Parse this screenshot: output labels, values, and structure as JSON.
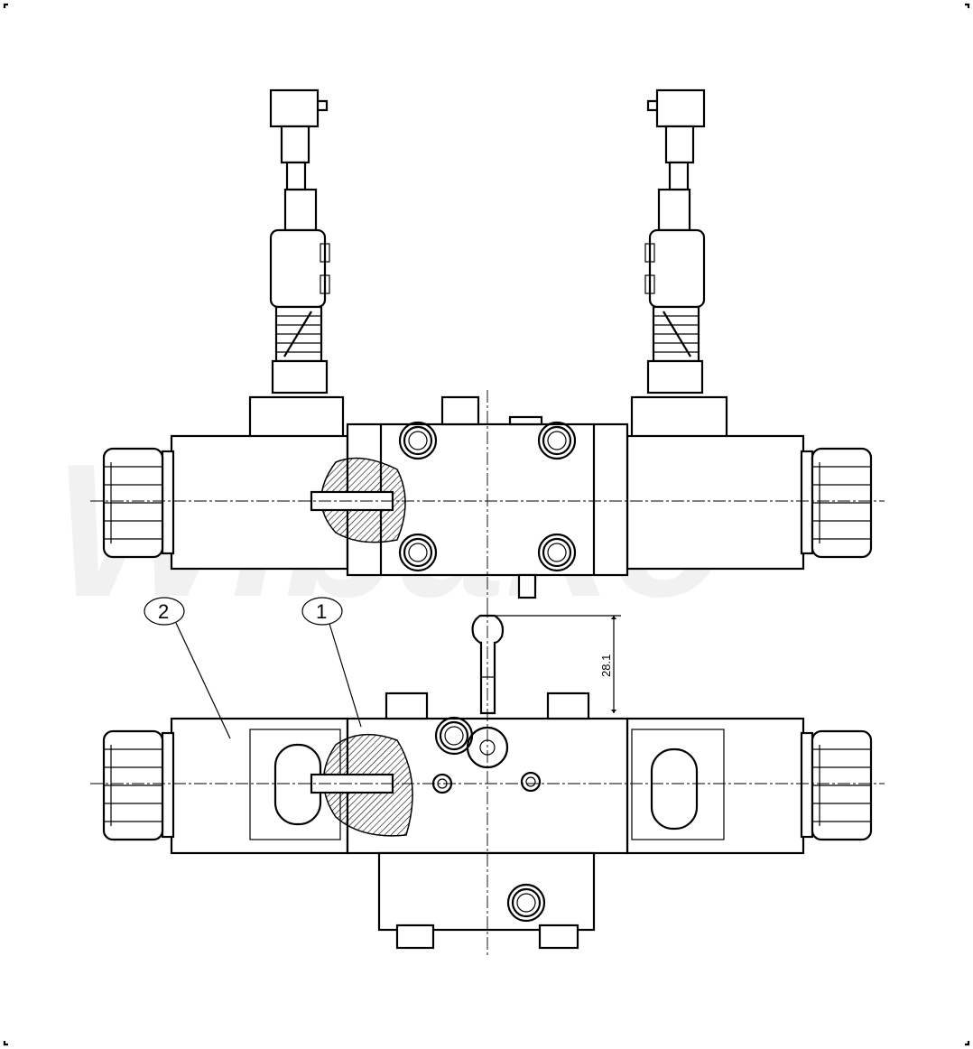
{
  "drawing": {
    "watermark": "Wibako",
    "balloons": [
      {
        "label": "2"
      },
      {
        "label": "1"
      }
    ],
    "dimension": "28.1",
    "colors": {
      "line": "#000000",
      "background": "#ffffff",
      "watermark": "#f1f1f1"
    }
  }
}
